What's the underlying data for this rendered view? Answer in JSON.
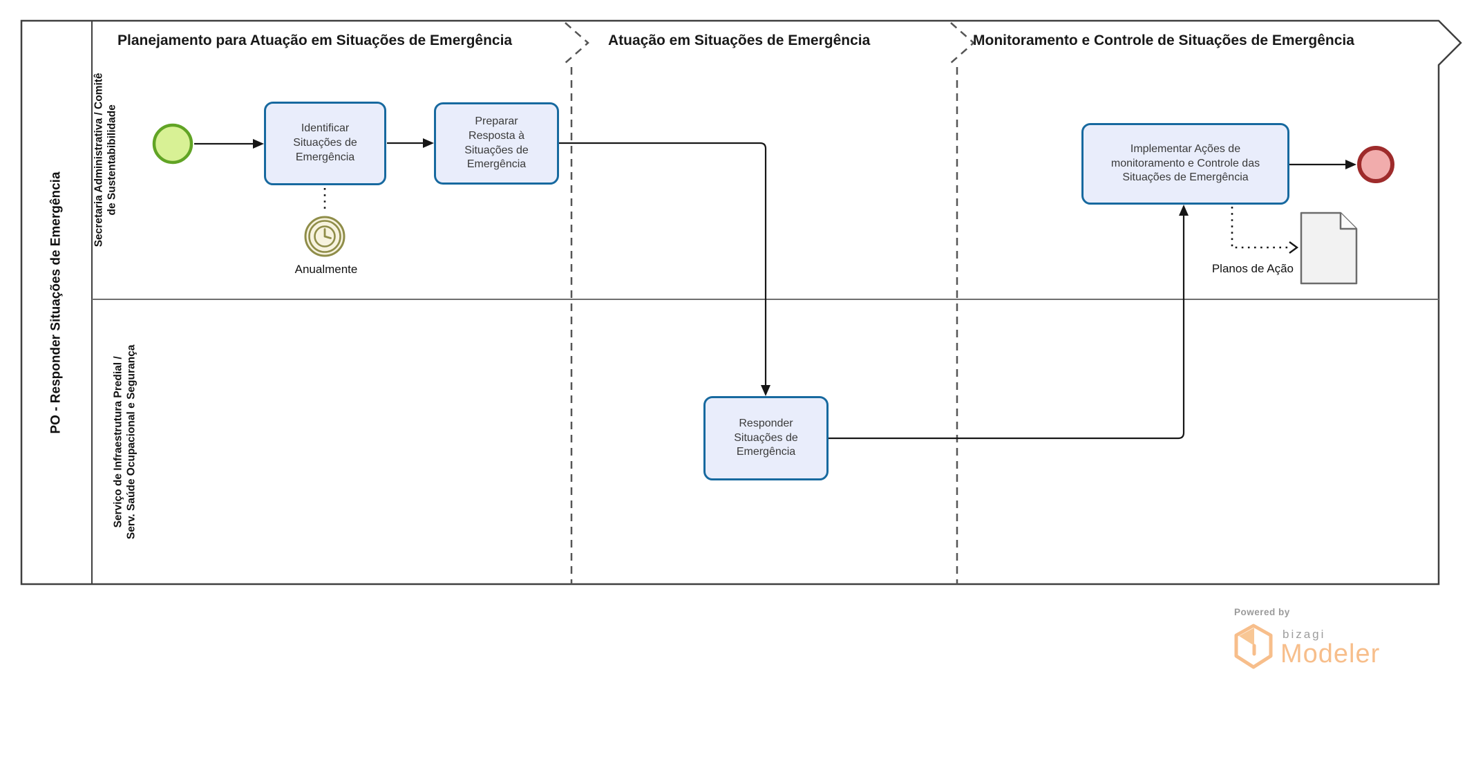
{
  "pool": {
    "title": "PO - Responder Situações de Emergência",
    "lanes": [
      {
        "lines": [
          "Secretaria Administrativa / Comitê",
          "de Sustentabibilidade"
        ]
      },
      {
        "lines": [
          "Serviço de Infraestrutura Predial /",
          "Serv. Saúde Ocupacional e Segurança"
        ]
      }
    ],
    "phases": [
      {
        "title": "Planejamento para Atuação em Situações de Emergência"
      },
      {
        "title": "Atuação em Situações de Emergência"
      },
      {
        "title": "Monitoramento e Controle de Situações de Emergência"
      }
    ]
  },
  "nodes": {
    "task_identificar": {
      "label": "Identificar Situações de Emergência"
    },
    "task_preparar": {
      "label": "Preparar Resposta à Situações de Emergência"
    },
    "task_responder": {
      "label": "Responder Situações de Emergência"
    },
    "task_implementar": {
      "label": "Implementar Ações de monitoramento e Controle das Situações de Emergência"
    },
    "timer_event": {
      "label": "Anualmente"
    },
    "data_object": {
      "label": "Planos de Ação"
    }
  },
  "colors": {
    "task_fill": "#E9EDFB",
    "task_border": "#17699F",
    "start_event_fill": "#D8F195",
    "start_event_border": "#61A425",
    "end_event_fill": "#F1ACAC",
    "end_event_border": "#9E2B2B",
    "timer_stroke": "#8F8D49",
    "timer_fill": "#F7F3DF",
    "line_gray": "#555555",
    "brand_orange": "#F7BE8B",
    "brand_gray": "#9D9D9D"
  },
  "branding": {
    "powered_by": "Powered by",
    "brand": "bizagi",
    "product": "Modeler"
  }
}
